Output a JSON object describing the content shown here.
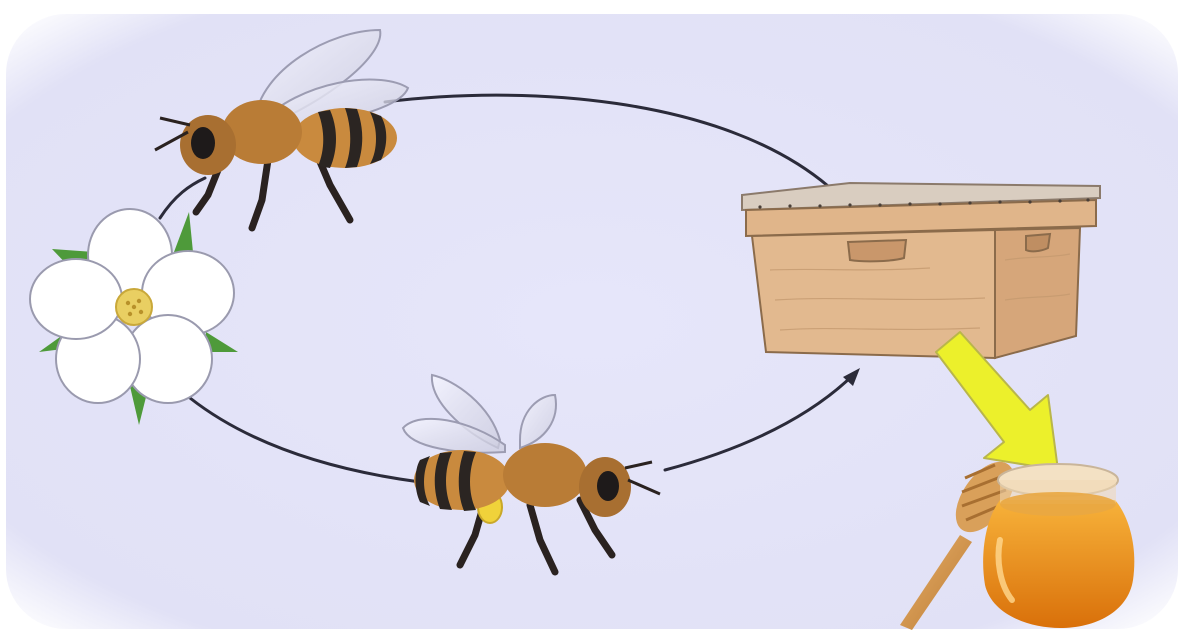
{
  "diagram": {
    "nodes": [
      {
        "id": "flower",
        "icon": "white-flower-icon"
      },
      {
        "id": "bee-outbound",
        "icon": "honeybee-flying-icon"
      },
      {
        "id": "beehive",
        "icon": "wooden-beehive-box-icon"
      },
      {
        "id": "bee-returning",
        "icon": "honeybee-with-pollen-icon"
      },
      {
        "id": "honey-jar",
        "icon": "honey-jar-with-dipper-icon"
      }
    ],
    "edges": [
      {
        "from": "flower",
        "to": "bee-outbound",
        "style": "curve",
        "arrow": false
      },
      {
        "from": "bee-outbound",
        "to": "beehive",
        "style": "curve",
        "arrow": false
      },
      {
        "from": "flower",
        "to": "bee-returning",
        "style": "curve",
        "arrow": false
      },
      {
        "from": "bee-returning",
        "to": "beehive",
        "style": "curve",
        "arrow": true
      },
      {
        "from": "beehive",
        "to": "honey-jar",
        "style": "block-arrow",
        "arrow": true
      }
    ]
  },
  "colors": {
    "background": "#e4e4f8",
    "cycle_line": "#2b2b3a",
    "block_arrow": "#ecf02b",
    "honey": "#e58a12",
    "hive_wood": "#e2b98f",
    "bee_body": "#c98a3e",
    "bee_stripe": "#2b2522",
    "flower_petal": "#ffffff",
    "leaf": "#4e9a3a",
    "pollen": "#f0d23a"
  }
}
